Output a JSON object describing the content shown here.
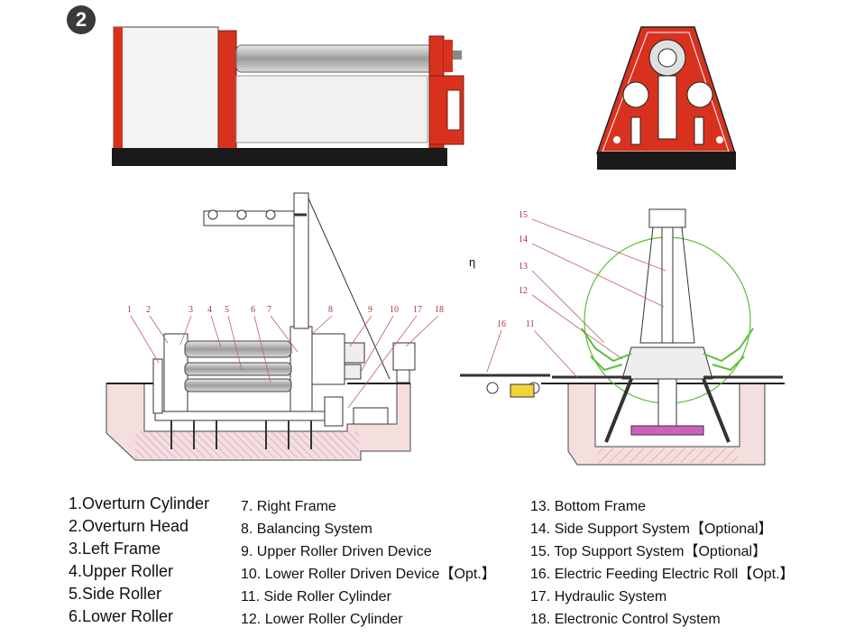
{
  "badge": "2",
  "stray_mark": "η",
  "callouts": {
    "c1": "1",
    "c2": "2",
    "c3": "3",
    "c4": "4",
    "c5": "5",
    "c6": "6",
    "c7": "7",
    "c8": "8",
    "c9": "9",
    "c10": "10",
    "c17": "17",
    "c18": "18",
    "c15": "15",
    "c14": "14",
    "c13": "13",
    "c12": "12",
    "c16": "16",
    "c11": "11"
  },
  "legend": {
    "col1": [
      "1.Overturn Cylinder",
      "2.Overturn Head",
      "3.Left Frame",
      "4.Upper Roller",
      "5.Side Roller",
      "6.Lower Roller"
    ],
    "col2": [
      "7. Right Frame",
      "8. Balancing System",
      "9. Upper Roller Driven Device",
      "10. Lower Roller Driven Device【Opt.】",
      "11. Side Roller Cylinder",
      "12. Lower Roller Cylinder"
    ],
    "col3": [
      "13. Bottom Frame",
      "14. Side Support System【Optional】",
      "15. Top Support System【Optional】",
      "16. Electric Feeding Electric Roll【Opt.】",
      "17. Hydraulic System",
      "18. Electronic Control System"
    ]
  },
  "colors": {
    "machine_red": "#d8321f",
    "base": "#1a1a1a",
    "roller": "#b9b9b9",
    "callout": "#b03030",
    "support_green": "#5cbf3c",
    "pit_fill": "#f4dede"
  }
}
